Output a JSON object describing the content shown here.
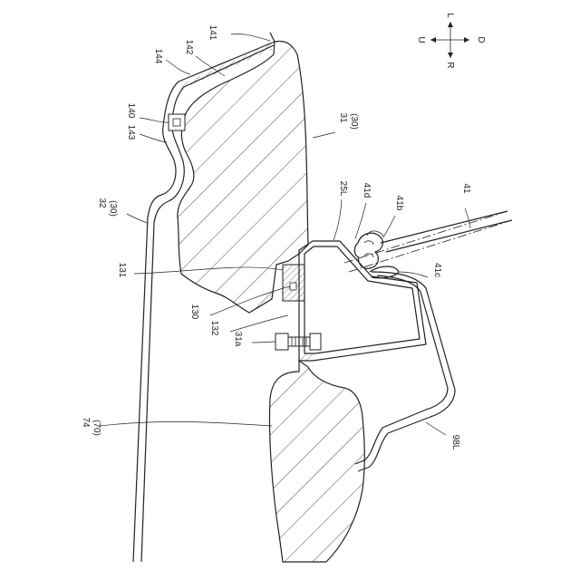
{
  "labels": {
    "l141": "141",
    "l144": "144",
    "l142": "142",
    "l140": "140",
    "l143": "143",
    "l31": "31",
    "l31sub": "(30)",
    "l32": "32",
    "l32sub": "(30)",
    "l25L": "25L",
    "l41d": "41d",
    "l41": "41",
    "l41b": "41b",
    "l131": "131",
    "l41c": "41c",
    "l130": "130",
    "l132": "132",
    "l31a": "31a",
    "l74": "74",
    "l74sub": "(70)",
    "l98L": "98L"
  },
  "compass": {
    "up": "L",
    "left": "U",
    "right": "D",
    "down": "R"
  }
}
